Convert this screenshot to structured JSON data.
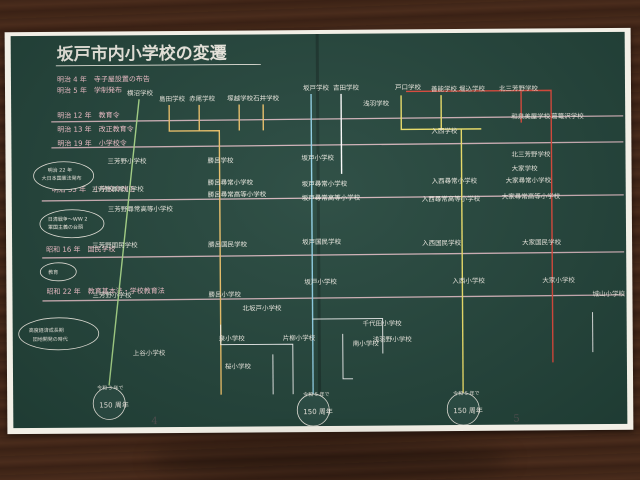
{
  "title": "坂戸市内小学校の変遷",
  "eras": [
    "明治 4 年　寺子屋設置の布告",
    "明治 5 年　学制発布",
    "明治 12 年　教育令",
    "明治 13 年　改正教育令",
    "明治 19 年　小学校令",
    "明治 33 年　小学校令改正",
    "昭和 16 年　国民学校",
    "昭和 22 年　教育基本法・学校教育法"
  ],
  "callouts": [
    {
      "l1": "明治 22 年",
      "l2": "大日本国憲法発布"
    },
    {
      "l1": "日清戦争〜WW 2",
      "l2": "軍国主義の台頭"
    },
    {
      "l1": "教育"
    },
    {
      "l1": "高度経済成長期",
      "l2": "団地開発の時代"
    }
  ],
  "schools": [
    "横沼学校",
    "島田学校",
    "赤尾学校",
    "塚越学校",
    "石井学校",
    "坂戸学校",
    "吉田学校",
    "浅羽学校",
    "戸口学校",
    "善能学校",
    "堀込学校",
    "北三芳野学校",
    "和泉美屋学校",
    "葛篭沢学校",
    "入西学校",
    "三芳野小学校",
    "勝呂学校",
    "坂戸小学校",
    "北三芳野学校",
    "大家学校",
    "勝呂尋常小学校",
    "坂戸尋常小学校",
    "入西尋常小学校",
    "三芳野尋常小学校",
    "大家尋常小学校",
    "勝呂尋常高等小学校",
    "坂戸尋常高等小学校",
    "入西尋常高等小学校",
    "三芳野尋常高等小学校",
    "大家尋常高等小学校",
    "三芳野国民学校",
    "勝呂国民学校",
    "坂戸国民学校",
    "入西国民学校",
    "大家国民学校",
    "三芳野小学校",
    "勝呂小学校",
    "北坂戸小学校",
    "坂戸小学校",
    "入西小学校",
    "大家小学校",
    "城山小学校",
    "千代田小学校",
    "浅羽野小学校",
    "上谷小学校",
    "泉小学校",
    "片柳小学校",
    "南小学校",
    "桜小学校"
  ],
  "notes": [
    "令和 3 年で",
    "令和 5 年で",
    "令和 5 年で"
  ],
  "anniversary": "150 周年",
  "pages": [
    "4",
    "5"
  ]
}
